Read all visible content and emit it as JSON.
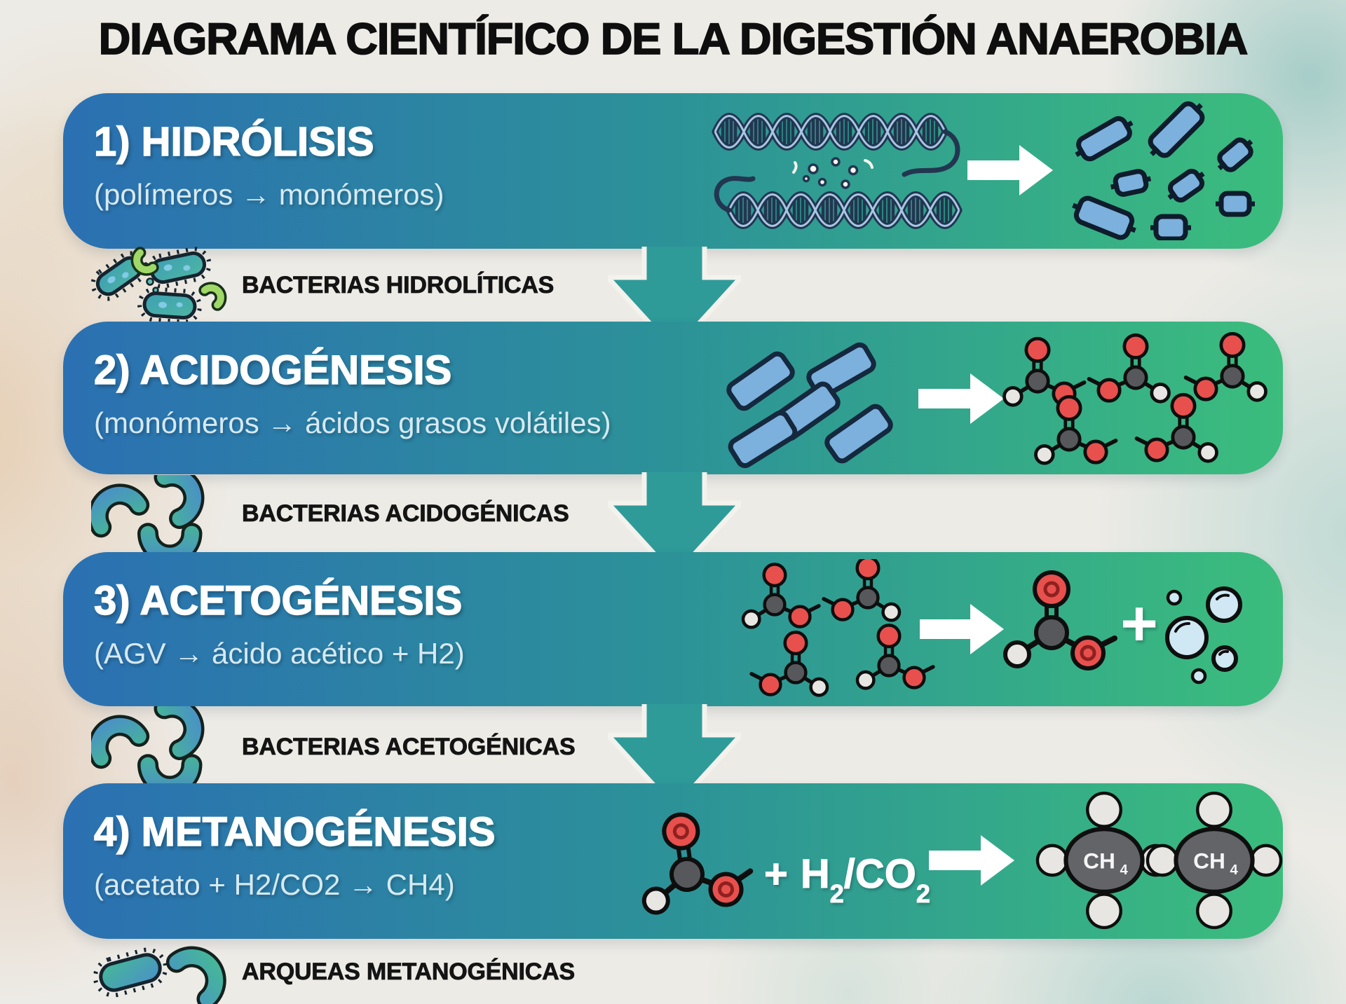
{
  "title": "DIAGRAMA CIENTÍFICO DE LA DIGESTIÓN ANAEROBIA",
  "stages": [
    {
      "heading": "1) HIDRÓLISIS",
      "subtitle": "(polímeros → monómeros)",
      "organism": "BACTERIAS HIDROLÍTICAS"
    },
    {
      "heading": "2) ACIDOGÉNESIS",
      "subtitle": "(monómeros → ácidos grasos volátiles)",
      "organism": "BACTERIAS ACIDOGÉNICAS"
    },
    {
      "heading": "3) ACETOGÉNESIS",
      "subtitle": "(AGV → ácido acético + H2)",
      "organism": "BACTERIAS ACETOGÉNICAS"
    },
    {
      "heading": "4) METANOGÉNESIS",
      "subtitle": "(acetato + H2/CO2 → CH4)",
      "organism": "ARQUEAS METANOGÉNICAS"
    }
  ],
  "stage3_plus": "+",
  "reaction4": {
    "plus": "+",
    "h": "H",
    "h_sub": "2",
    "co": "/CO",
    "co_sub": "2"
  },
  "ch4": {
    "symbol": "CH",
    "sub": "4"
  },
  "icons": {
    "dna-polymer-icon": "double-helix drawing, navy strands with rungs",
    "monomer-blocks-icon": "blue rounded blocks with end stubs",
    "right-arrow-icon": "white block arrow",
    "down-arrow-icon": "teal block arrow with white outline",
    "vfa-molecules-icon": "ball-and-stick carboxylic acid molecules",
    "acetic-acid-molecule-icon": "large ball-and-stick molecule with ringed oxygens",
    "h2-bubbles-icon": "light blue gas bubbles",
    "ch4-molecule-icon": "gray carbon sphere with four hydrogens",
    "hydrolytic-bacteria-icon": "teal spiky rod bacteria with green crescents",
    "acidogenic-bacteria-icon": "smooth curved rod bacteria",
    "acetogenic-bacteria-icon": "spiky curved rod bacteria",
    "methanogenic-archaea-icon": "spiky rod and smooth curved rod"
  },
  "colors": {
    "background": "#edebe6",
    "banner_blue": "#2b70b2",
    "banner_teal": "#2c9298",
    "banner_green": "#3bbd7d",
    "down_arrow_teal": "#2e9b99",
    "title_text": "#0e0e0e",
    "banner_heading": "#ffffff",
    "banner_subtitle": "#d6e9f2",
    "organism_label_text": "#141414",
    "monomer_blue": "#7cb0dd",
    "atom_oxygen_red": "#e8504d",
    "atom_carbon_gray": "#56585c",
    "atom_hydrogen_white": "#e7e6e2",
    "bubble_blue": "#cfe8f3",
    "crescent_green": "#9fd867"
  }
}
